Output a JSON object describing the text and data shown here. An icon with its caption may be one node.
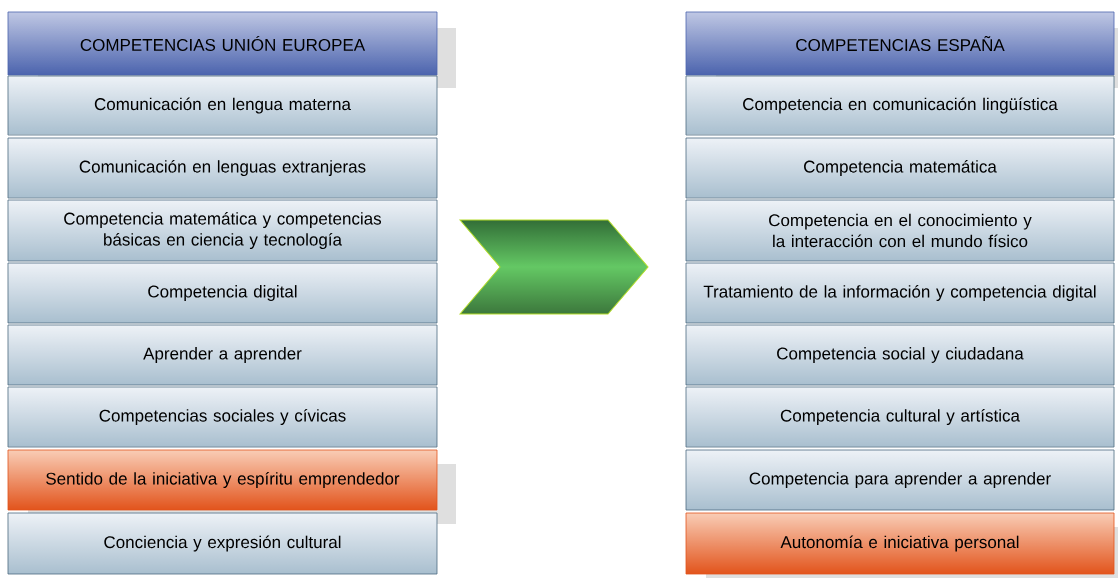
{
  "diagram": {
    "nodes": [
      {
        "text": [
          "COMPETENCIAS UNIÓN EUROPEA"
        ]
      },
      {
        "text": [
          "Comunicación en lengua materna"
        ]
      },
      {
        "text": [
          "Comunicación en lenguas extranjeras"
        ]
      },
      {
        "text": [
          "Competencia matemática y competencias básicas en ciencia y tecnología"
        ]
      },
      {
        "text": [
          "Competencia digital"
        ]
      },
      {
        "text": [
          "Aprender a aprender"
        ]
      },
      {
        "text": [
          "Competencias sociales y cívicas"
        ]
      },
      {
        "text": [
          "Sentido de la iniciativa y espíritu emprendedor"
        ]
      },
      {
        "text": [
          "Conciencia y expresión cultural"
        ]
      },
      {
        "text": [],
        "shape": "chevron"
      },
      {
        "text": [
          "COMPETENCIAS ESPAÑA"
        ]
      },
      {
        "text": [
          "Competencia en comunicación lingüística"
        ]
      },
      {
        "text": [
          "Competencia matemática"
        ]
      },
      {
        "text": [
          "Competencia en el conocimiento y la interacción con el mundo físico"
        ]
      },
      {
        "text": [
          "Tratamiento de la información y competencia digital"
        ]
      },
      {
        "text": [
          "Competencia social y ciudadana"
        ]
      },
      {
        "text": [
          "Competencia cultural y artística"
        ]
      },
      {
        "text": [
          "Competencia para aprender a aprender"
        ]
      },
      {
        "text": [
          "Autonomía e iniciativa personal"
        ]
      }
    ]
  }
}
